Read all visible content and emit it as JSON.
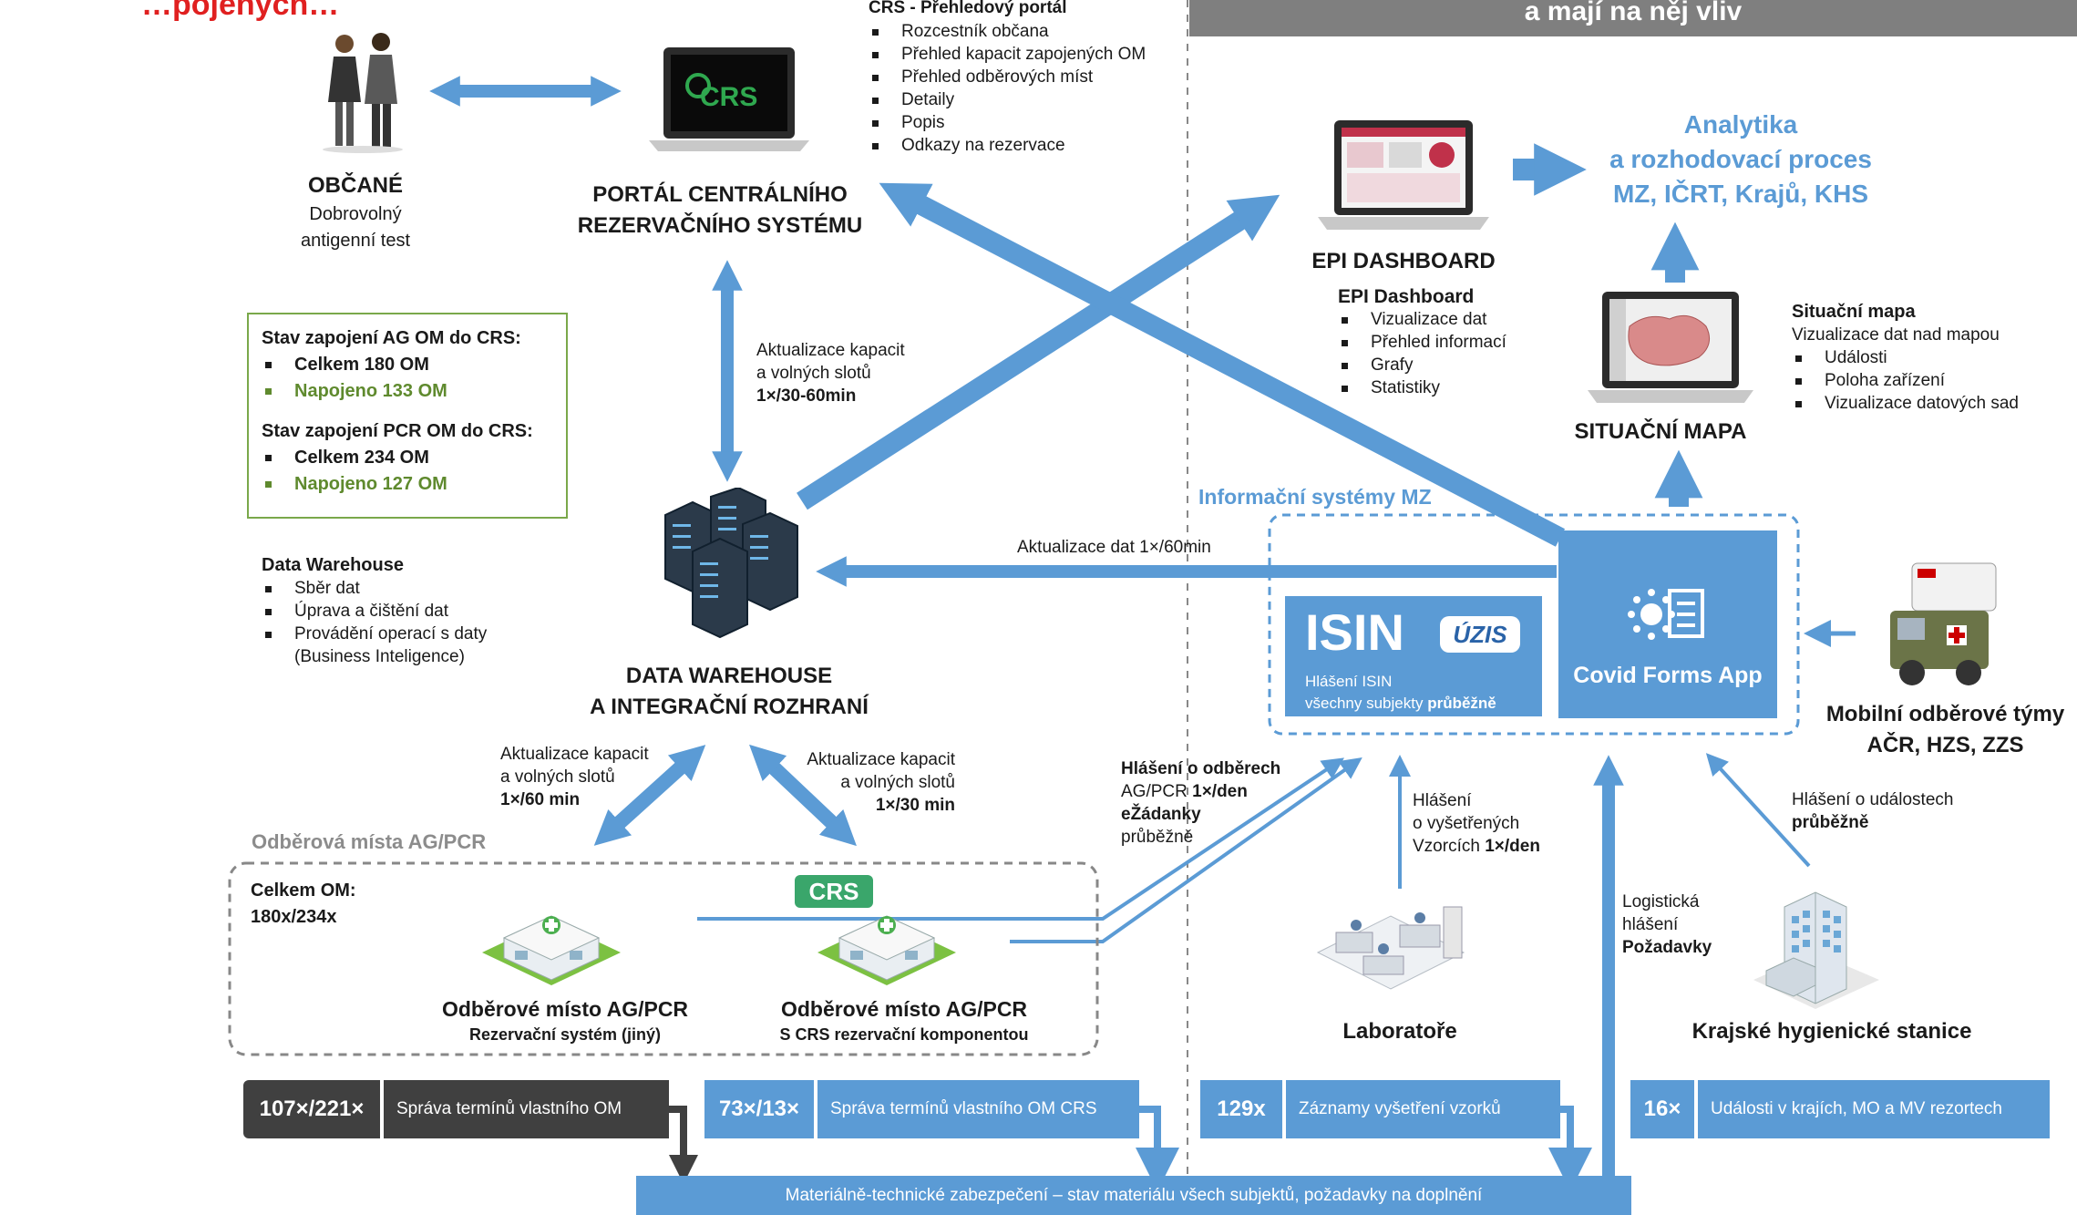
{
  "header": {
    "left_title": "…pojených…",
    "right_banner": "a mají na něj vliv"
  },
  "citizens": {
    "title": "OBČANÉ",
    "line1": "Dobrovolný",
    "line2": "antigenní test"
  },
  "portal": {
    "logo": "CRS",
    "title_line1": "PORTÁL CENTRÁLNÍHO",
    "title_line2": "REZERVAČNÍHO SYSTÉMU"
  },
  "crs_overview": {
    "title": "CRS - Přehledový portál",
    "items": [
      "Rozcestník občana",
      "Přehled kapacit zapojených OM",
      "Přehled odběrových míst",
      "Detaily",
      "Popis",
      "Odkazy na rezervace"
    ]
  },
  "status_box": {
    "ag_title": "Stav zapojení AG OM do CRS:",
    "ag_total": "Celkem 180 OM",
    "ag_connected": "Napojeno 133 OM",
    "pcr_title": "Stav zapojení PCR OM do CRS:",
    "pcr_total": "Celkem 234 OM",
    "pcr_connected": "Napojeno 127 OM"
  },
  "dw_notes": {
    "title": "Data Warehouse",
    "items": [
      "Sběr dat",
      "Úprava a čištění dat",
      "Provádění operací s daty",
      "(Business Inteligence)"
    ]
  },
  "datawarehouse": {
    "title_line1": "DATA WAREHOUSE",
    "title_line2": "A INTEGRAČNÍ ROZHRANÍ"
  },
  "arrow_labels": {
    "portal_dw": {
      "line1": "Aktualizace kapacit",
      "line2": "a volných slotů",
      "line3": "1×/30-60min"
    },
    "isin_dw": "Aktualizace dat 1×/60min",
    "dw_om_left": {
      "line1": "Aktualizace kapacit",
      "line2": "a volných slotů",
      "line3": "1×/60 min"
    },
    "dw_om_right": {
      "line1": "Aktualizace kapacit",
      "line2": "a volných slotů",
      "line3": "1×/30 min"
    },
    "om_isin": {
      "line1": "Hlášení o odběrech",
      "line2a": "AG/PCR ",
      "line2b": "1×/den",
      "line3": "eŽádanky",
      "line4": "průběžně"
    },
    "lab_isin": {
      "line1": "Hlášení",
      "line2": "o vyšetřených",
      "line3a": "Vzorcích ",
      "line3b": "1×/den"
    },
    "logistics": {
      "line1": "Logistická",
      "line2": "hlášení",
      "line3": "Požadavky"
    },
    "khs_events": {
      "line1": "Hlášení o událostech",
      "line2": "průběžně"
    }
  },
  "epi": {
    "title": "EPI DASHBOARD",
    "sub_title": "EPI Dashboard",
    "items": [
      "Vizualizace dat",
      "Přehled informací",
      "Grafy",
      "Statistiky"
    ]
  },
  "analytics": {
    "line1": "Analytika",
    "line2": "a rozhodovací proces",
    "line3": "MZ, IČRT, Krajů, KHS"
  },
  "situation_map": {
    "title": "SITUAČNÍ MAPA",
    "sub_title": "Situační mapa",
    "subtitle2": "Vizualizace dat nad mapou",
    "items": [
      "Události",
      "Poloha zařízení",
      "Vizualizace datových sad"
    ]
  },
  "is_mz": {
    "label": "Informační systémy MZ",
    "isin_title": "ISIN",
    "isin_logo": "ÚZIS",
    "isin_line1": "Hlášení ISIN",
    "isin_line2a": "všechny subjekty ",
    "isin_line2b": "průběžně",
    "cfa_title": "Covid Forms App"
  },
  "mobile_teams": {
    "line1": "Mobilní odběrové týmy",
    "line2": "AČR, HZS, ZZS"
  },
  "om_group": {
    "label": "Odběrová místa AG/PCR",
    "total_line1": "Celkem OM:",
    "total_line2": "180x/234x",
    "site1_title": "Odběrové místo AG/PCR",
    "site1_sub": "Rezervační systém (jiný)",
    "site2_badge": "CRS",
    "site2_title": "Odběrové místo AG/PCR",
    "site2_sub": "S CRS rezervační komponentou"
  },
  "lab": {
    "title": "Laboratoře"
  },
  "khs": {
    "title": "Krajské hygienické stanice"
  },
  "stats": [
    {
      "num": "107×/221×",
      "text": "Správa termínů vlastního OM"
    },
    {
      "num": "73×/13×",
      "text": "Správa termínů vlastního OM CRS"
    },
    {
      "num": "129x",
      "text": "Záznamy vyšetření vzorků"
    },
    {
      "num": "16×",
      "text": "Události v krajích, MO a MV rezortech"
    }
  ],
  "bottom_bar": "Materiálně-technické zabezpečení – stav materiálu všech subjektů, požadavky na doplnění",
  "colors": {
    "blue": "#5b9bd5",
    "green": "#5f8a2e",
    "dark": "#404040",
    "red": "#e02020",
    "grey_banner": "#7f7f7f"
  }
}
